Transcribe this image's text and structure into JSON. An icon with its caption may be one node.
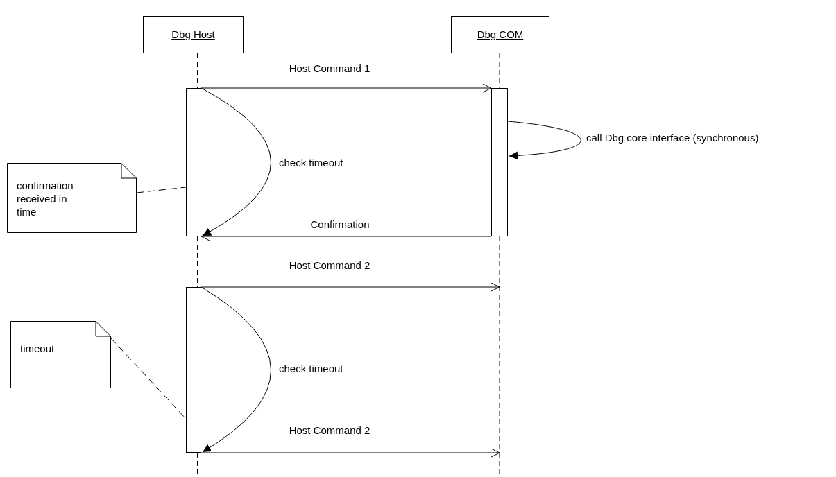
{
  "diagram": {
    "nodes": [
      {
        "text": [
          "Dbg Host"
        ]
      },
      {
        "text": [
          "Dbg COM"
        ]
      },
      {
        "text": [],
        "shape": "bar"
      },
      {
        "text": [],
        "shape": "bar"
      },
      {
        "text": [],
        "shape": "bar"
      },
      {
        "text": [
          "confirmation received in time"
        ]
      },
      {
        "text": [
          "timeout"
        ]
      }
    ],
    "edges": [
      {
        "from": 2,
        "to": 3,
        "arrow": "to",
        "label": "Host Command 1"
      },
      {
        "from": 3,
        "to": 3,
        "arrow": "to",
        "label": "call Dbg core interface (synchronous)"
      },
      {
        "from": 2,
        "to": 2,
        "arrow": "to",
        "label": "check timeout"
      },
      {
        "from": 3,
        "to": 2,
        "arrow": "to",
        "label": "Confirmation"
      },
      {
        "from": 4,
        "to": null,
        "arrow": "to",
        "label": "Host Command 2"
      },
      {
        "from": 4,
        "to": 4,
        "arrow": "to",
        "label": "check timeout"
      },
      {
        "from": 4,
        "to": null,
        "arrow": "to",
        "label": "Host Command 2"
      },
      {
        "from": 5,
        "to": 2,
        "arrow": "none",
        "style": "dashed"
      },
      {
        "from": 6,
        "to": 4,
        "arrow": "none",
        "style": "dashed"
      }
    ]
  }
}
